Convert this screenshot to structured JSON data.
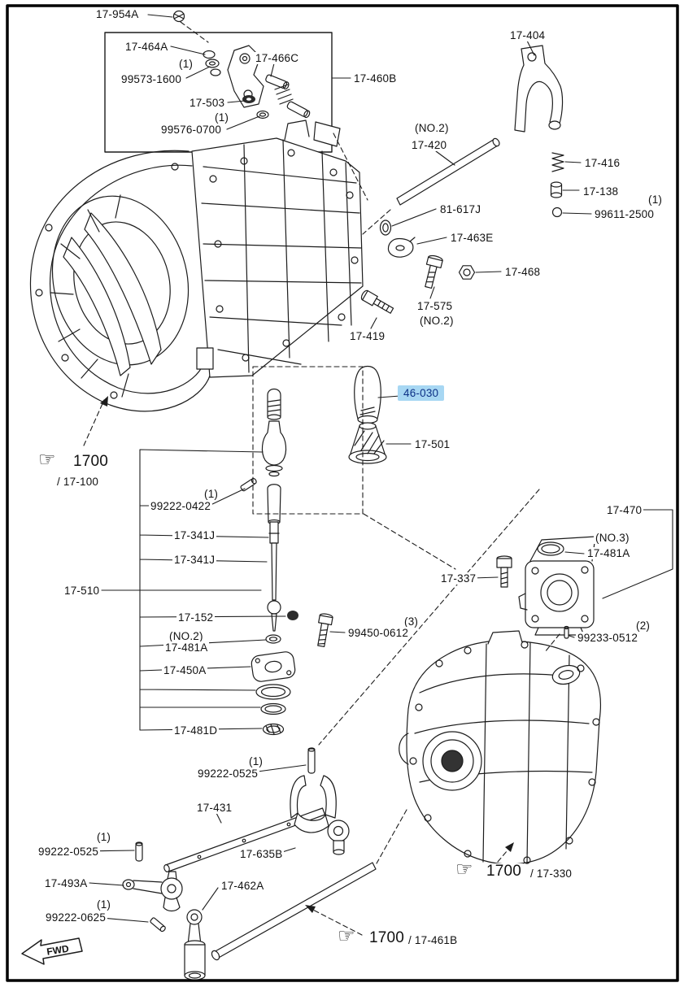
{
  "highlight": {
    "bg": "#a7d7f3",
    "text_color": "#0d3186"
  },
  "icons": {
    "hand": "☞"
  },
  "labels": [
    "17-954A",
    "17-464A",
    "(1)",
    "99573-1600",
    "17-466C",
    "17-460B",
    "17-503",
    "(1)",
    "99576-0700",
    "17-404",
    "(NO.2)",
    "17-420",
    "17-416",
    "17-138",
    "(1)",
    "99611-2500",
    "81-617J",
    "17-463E",
    "17-468",
    "17-575",
    "(NO.2)",
    "17-419",
    "46-030",
    "17-501",
    "1700",
    "/ 17-100",
    "(1)",
    "99222-0422",
    "17-341J",
    "17-341J",
    "17-510",
    "17-152",
    "(NO.2)",
    "17-481A",
    "17-450A",
    "17-481D",
    "(1)",
    "99222-0525",
    "17-431",
    "(1)",
    "99222-0525",
    "17-493A",
    "(1)",
    "99222-0625",
    "17-462A",
    "17-635B",
    "(3)",
    "99450-0612",
    "17-337",
    "17-470",
    "(NO.3)",
    "17-481A",
    "(2)",
    "99233-0512",
    "1700",
    "/ 17-330",
    "1700",
    "/ 17-461B",
    "FWD"
  ]
}
